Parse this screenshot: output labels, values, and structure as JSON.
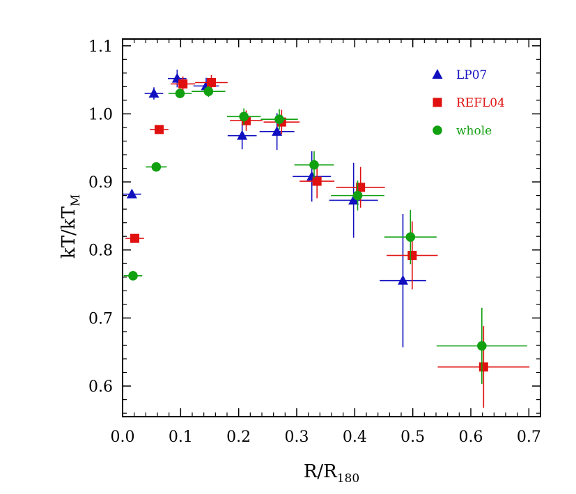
{
  "chart_data": {
    "type": "scatter",
    "title": "",
    "xlabel": {
      "main": "R/R",
      "sub": "180"
    },
    "ylabel": {
      "main": "kT/kT",
      "sub": "M"
    },
    "xlim": [
      0.0,
      0.72
    ],
    "ylim": [
      0.555,
      1.11
    ],
    "x_ticks": [
      "0.0",
      "0.1",
      "0.2",
      "0.3",
      "0.4",
      "0.5",
      "0.6",
      "0.7"
    ],
    "y_ticks": [
      "0.6",
      "0.7",
      "0.8",
      "0.9",
      "1.0",
      "1.1"
    ],
    "grid": false,
    "legend_position": "top-right",
    "series": [
      {
        "name": "LP07",
        "marker": "triangle",
        "color": "#1010c0",
        "points": [
          {
            "x": 0.016,
            "y": 0.882,
            "xerr": 0.016,
            "yerr": 0.004
          },
          {
            "x": 0.054,
            "y": 1.03,
            "xerr": 0.016,
            "yerr": 0.009
          },
          {
            "x": 0.094,
            "y": 1.052,
            "xerr": 0.016,
            "yerr": 0.013
          },
          {
            "x": 0.144,
            "y": 1.041,
            "xerr": 0.022,
            "yerr": 0.012
          },
          {
            "x": 0.206,
            "y": 0.968,
            "xerr": 0.025,
            "yerr": 0.02
          },
          {
            "x": 0.266,
            "y": 0.974,
            "xerr": 0.03,
            "yerr": 0.027
          },
          {
            "x": 0.326,
            "y": 0.908,
            "xerr": 0.033,
            "yerr": 0.037
          },
          {
            "x": 0.398,
            "y": 0.873,
            "xerr": 0.042,
            "yerr": 0.055
          },
          {
            "x": 0.483,
            "y": 0.755,
            "xerr": 0.04,
            "yerr": 0.098
          }
        ]
      },
      {
        "name": "REFL04",
        "marker": "square",
        "color": "#e01010",
        "points": [
          {
            "x": 0.021,
            "y": 0.817,
            "xerr": 0.016,
            "yerr": 0.004
          },
          {
            "x": 0.063,
            "y": 0.977,
            "xerr": 0.016,
            "yerr": 0.005
          },
          {
            "x": 0.104,
            "y": 1.044,
            "xerr": 0.021,
            "yerr": 0.011
          },
          {
            "x": 0.153,
            "y": 1.046,
            "xerr": 0.028,
            "yerr": 0.011
          },
          {
            "x": 0.213,
            "y": 0.99,
            "xerr": 0.028,
            "yerr": 0.015
          },
          {
            "x": 0.274,
            "y": 0.988,
            "xerr": 0.031,
            "yerr": 0.018
          },
          {
            "x": 0.335,
            "y": 0.901,
            "xerr": 0.03,
            "yerr": 0.025
          },
          {
            "x": 0.41,
            "y": 0.892,
            "xerr": 0.042,
            "yerr": 0.03
          },
          {
            "x": 0.499,
            "y": 0.792,
            "xerr": 0.044,
            "yerr": 0.05
          },
          {
            "x": 0.622,
            "y": 0.628,
            "xerr": 0.079,
            "yerr": 0.06
          }
        ]
      },
      {
        "name": "whole",
        "marker": "circle",
        "color": "#10a010",
        "points": [
          {
            "x": 0.018,
            "y": 0.762,
            "xerr": 0.016,
            "yerr": 0.003
          },
          {
            "x": 0.058,
            "y": 0.922,
            "xerr": 0.018,
            "yerr": 0.004
          },
          {
            "x": 0.099,
            "y": 1.03,
            "xerr": 0.02,
            "yerr": 0.006
          },
          {
            "x": 0.148,
            "y": 1.033,
            "xerr": 0.029,
            "yerr": 0.008
          },
          {
            "x": 0.209,
            "y": 0.996,
            "xerr": 0.029,
            "yerr": 0.012
          },
          {
            "x": 0.27,
            "y": 0.992,
            "xerr": 0.032,
            "yerr": 0.015
          },
          {
            "x": 0.33,
            "y": 0.925,
            "xerr": 0.034,
            "yerr": 0.02
          },
          {
            "x": 0.405,
            "y": 0.88,
            "xerr": 0.046,
            "yerr": 0.022
          },
          {
            "x": 0.496,
            "y": 0.819,
            "xerr": 0.045,
            "yerr": 0.04
          },
          {
            "x": 0.619,
            "y": 0.659,
            "xerr": 0.078,
            "yerr": 0.056
          }
        ]
      }
    ]
  }
}
